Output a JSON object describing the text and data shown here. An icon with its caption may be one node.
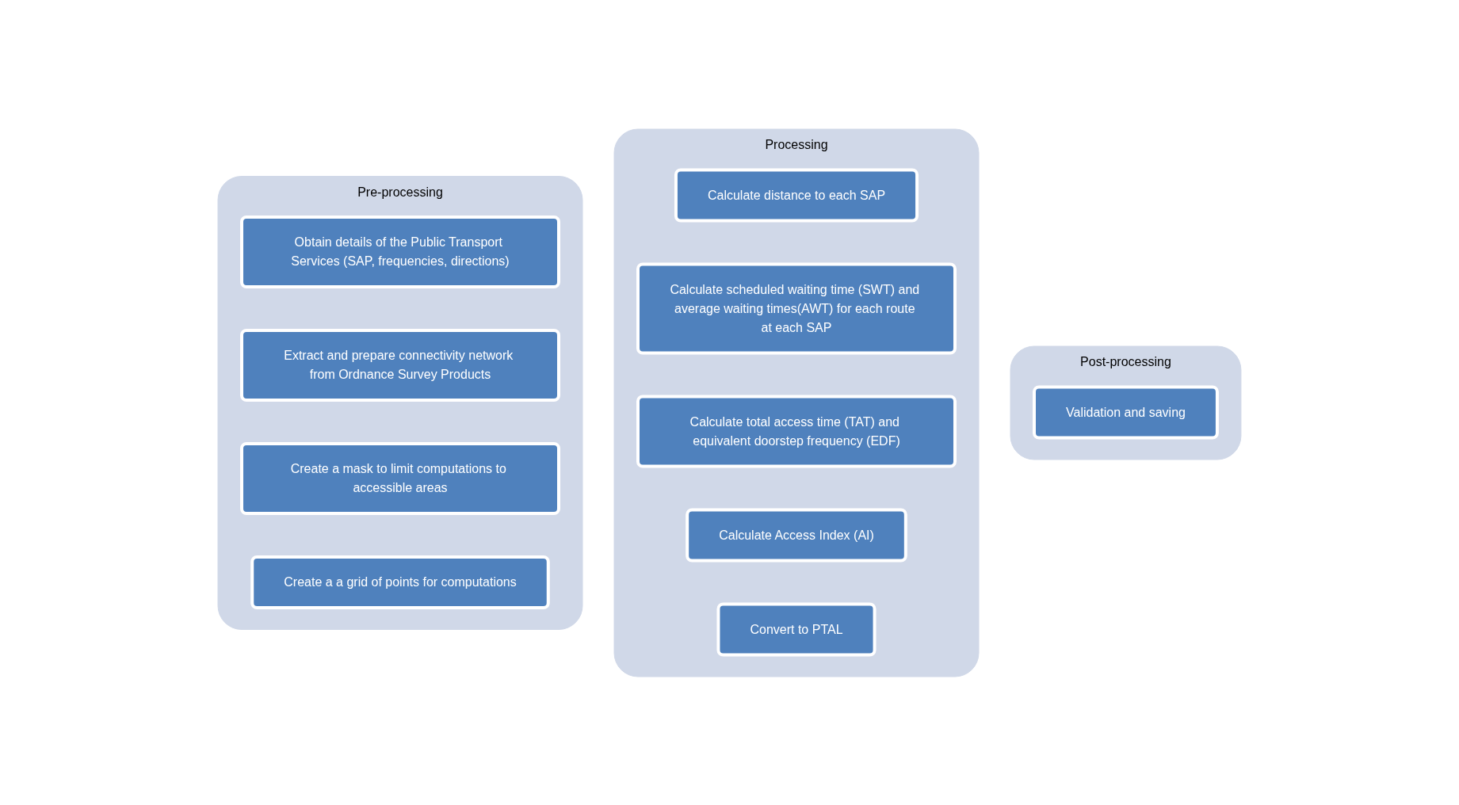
{
  "diagram": {
    "nodes": [
      {
        "text": [
          "Pre-processing"
        ]
      },
      {
        "text": [
          "Obtain details of the Public Transport Services (SAP, frequencies, directions)"
        ],
        "in": 0
      },
      {
        "text": [
          "Extract and prepare connectivity network from Ordnance Survey Products"
        ],
        "in": 0
      },
      {
        "text": [
          "Create a mask to limit computations to accessible areas"
        ],
        "in": 0
      },
      {
        "text": [
          "Create a a grid of points for computations"
        ],
        "in": 0
      },
      {
        "text": [
          "Processing"
        ]
      },
      {
        "text": [
          "Calculate distance to each SAP"
        ],
        "in": 5
      },
      {
        "text": [
          "Calculate scheduled waiting time (SWT) and average waiting times(AWT) for each route at each SAP"
        ],
        "in": 5
      },
      {
        "text": [
          "Calculate total access time (TAT) and equivalent doorstep frequency (EDF)"
        ],
        "in": 5
      },
      {
        "text": [
          "Calculate Access Index (AI)"
        ],
        "in": 5
      },
      {
        "text": [
          "Convert to PTAL"
        ],
        "in": 5
      },
      {
        "text": [
          "Post-processing"
        ]
      },
      {
        "text": [
          "Validation and saving"
        ],
        "in": 11
      }
    ]
  }
}
